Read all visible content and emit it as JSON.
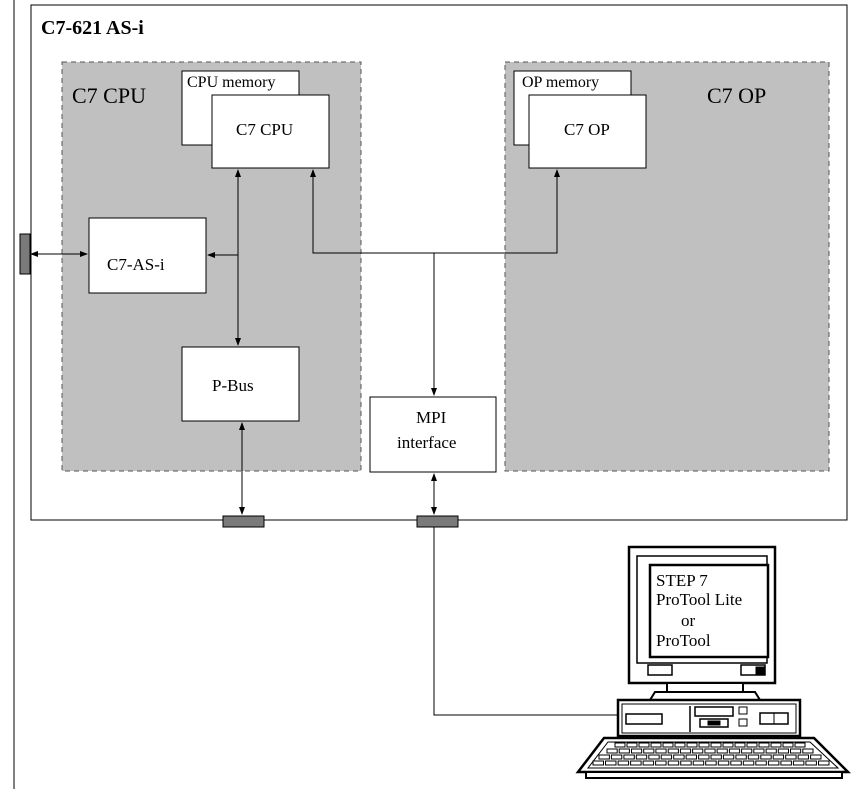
{
  "diagram": {
    "title": "C7-621 AS-i",
    "regions": {
      "cpu": "C7 CPU",
      "op": "C7 OP"
    },
    "blocks": {
      "cpu_memory": "CPU memory",
      "c7_cpu": "C7 CPU",
      "op_memory": "OP memory",
      "c7_op": "C7 OP",
      "c7_asi": "C7-AS-i",
      "pbus": "P-Bus",
      "mpi_line1": "MPI",
      "mpi_line2": "interface"
    },
    "pc_screen": {
      "line1": "STEP 7",
      "line2": "ProTool Lite",
      "line3": "or",
      "line4": "ProTool"
    },
    "colors": {
      "region_fill": "#c0c0c0",
      "connector_fill": "#7a7a7a",
      "line": "#000000"
    }
  }
}
